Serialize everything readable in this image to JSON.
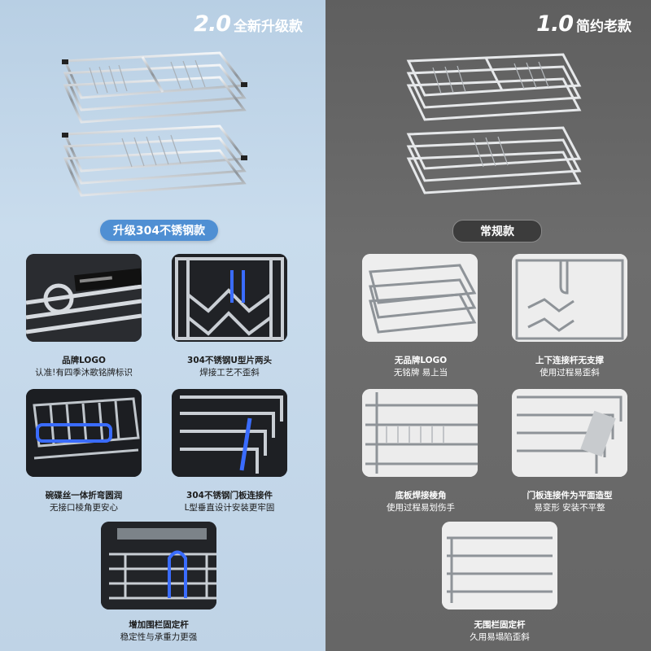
{
  "left": {
    "version": "2.0",
    "title": "全新升级款",
    "badge": "升级304不锈钢款",
    "features": [
      {
        "line1": "品牌LOGO",
        "line2": "认准!有四季沐歌铭牌标识"
      },
      {
        "line1": "304不锈钢U型片两头",
        "line2": "焊接工艺不歪斜"
      },
      {
        "line1": "碗碟丝一体折弯圆润",
        "line2": "无接口棱角更安心"
      },
      {
        "line1": "304不锈钢门板连接件",
        "line2": "L型垂直设计安装更牢固"
      },
      {
        "line1": "增加围栏固定杆",
        "line2": "稳定性与承重力更强"
      }
    ]
  },
  "right": {
    "version": "1.0",
    "title": "简约老款",
    "badge": "常规款",
    "features": [
      {
        "line1": "无品牌LOGO",
        "line2": "无铭牌 易上当"
      },
      {
        "line1": "上下连接杆无支撑",
        "line2": "使用过程易歪斜"
      },
      {
        "line1": "底板焊接棱角",
        "line2": "使用过程易划伤手"
      },
      {
        "line1": "门板连接件为平面造型",
        "line2": "易变形 安装不平整"
      },
      {
        "line1": "无围栏固定杆",
        "line2": "久用易塌陷歪斜"
      }
    ]
  },
  "colors": {
    "left_bg": "#c9dced",
    "right_bg": "#666666",
    "accent_blue": "#4f8fd3",
    "highlight": "#3a6cff"
  }
}
